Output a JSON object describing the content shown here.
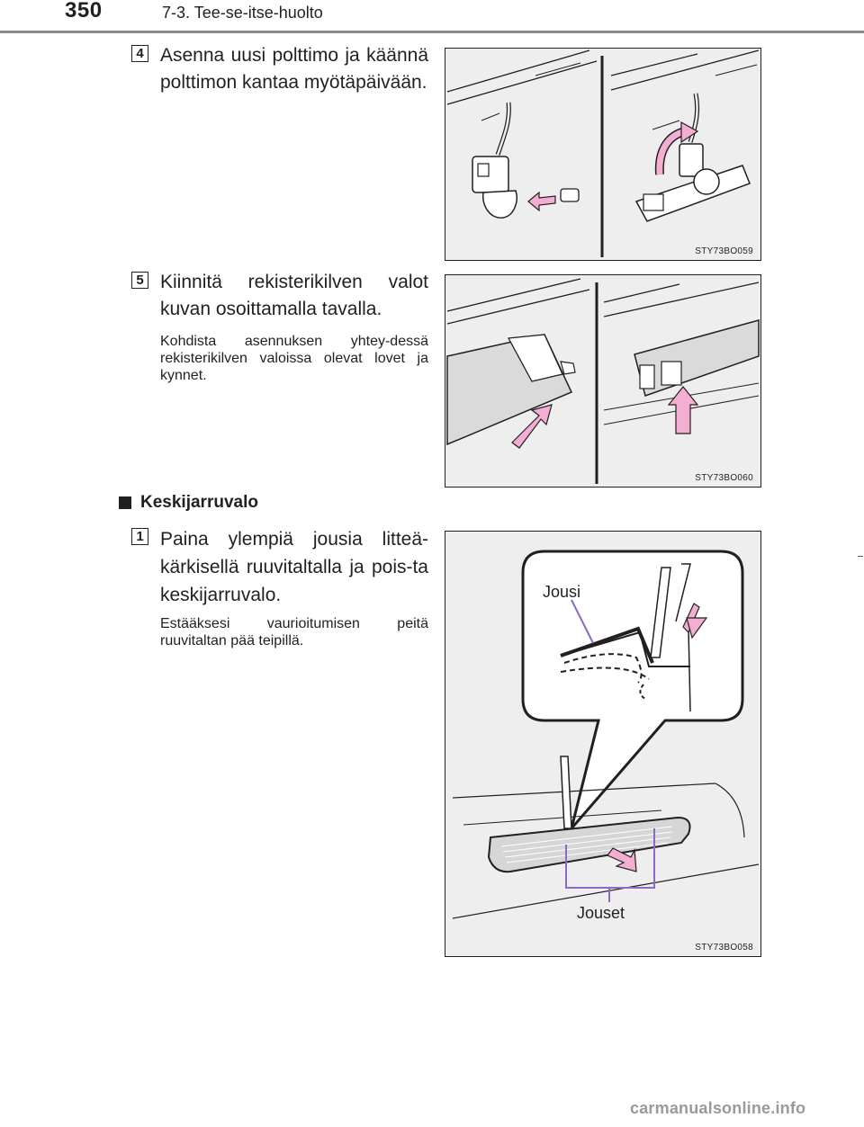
{
  "header": {
    "page_number": "350",
    "section": "7-3. Tee-se-itse-huolto"
  },
  "steps": [
    {
      "badge": "4",
      "text": "Asenna uusi polttimo ja käännä polttimon kantaa myötäpäivään.",
      "note": "",
      "figure_code": "STY73BO059"
    },
    {
      "badge": "5",
      "text": "Kiinnitä rekisterikilven valot kuvan osoittamalla tavalla.",
      "note": "Kohdista asennuksen yhtey-dessä rekisterikilven valoissa olevat lovet ja kynnet.",
      "figure_code": "STY73BO060"
    }
  ],
  "subsection": {
    "title": "Keskijarruvalo",
    "step": {
      "badge": "1",
      "text": "Paina ylempiä jousia litteä-kärkisellä ruuvitaltalla ja pois-ta keskijarruvalo.",
      "note": "Estääksesi vaurioitumisen peitä ruuvitaltan pää teipillä.",
      "figure_code": "STY73BO058",
      "callout_top": "Jousi",
      "callout_bottom": "Jouset"
    }
  },
  "colors": {
    "figure_bg": "#eeeeee",
    "arrow_fill": "#f4aed4",
    "callout_line": "#8f67c7",
    "ink": "#231f20"
  },
  "watermark": "carmanualsonline.info"
}
